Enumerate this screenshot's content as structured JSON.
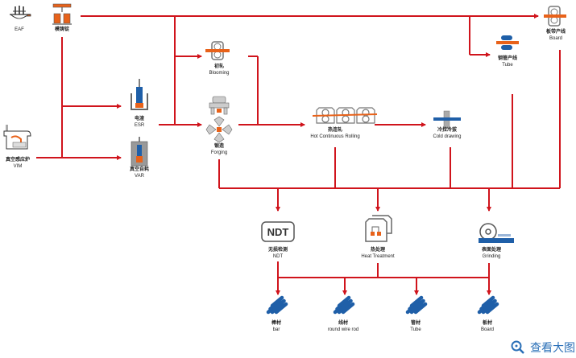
{
  "colors": {
    "line": "#d0141c",
    "orange": "#e8621a",
    "blue": "#1f5fa8",
    "gray": "#888888",
    "link": "#2a6fb7"
  },
  "nodes": {
    "eaf": {
      "cn": "",
      "en": "EAF",
      "icon": "eaf-furnace-icon"
    },
    "ingot": {
      "cn": "模铸锭",
      "en": "",
      "icon": "ingot-casting-icon"
    },
    "vim": {
      "cn": "真空感应炉",
      "en": "VIM",
      "icon": "vim-furnace-icon"
    },
    "esr": {
      "cn": "电渣",
      "en": "ESR",
      "icon": "esr-icon"
    },
    "var": {
      "cn": "真空自耗",
      "en": "VAR",
      "icon": "var-icon"
    },
    "blooming": {
      "cn": "初轧",
      "en": "Blooming",
      "icon": "blooming-mill-icon"
    },
    "forging": {
      "cn": "锻造",
      "en": "Forging",
      "icon": "forging-press-icon"
    },
    "hot_rolling": {
      "cn": "热连轧",
      "en": "Hot Continuous Rolling",
      "icon": "hot-rolling-mill-icon"
    },
    "cold_drawing": {
      "cn": "冷拉冷拔",
      "en": "Cold drawing",
      "icon": "cold-drawing-icon"
    },
    "tube_line": {
      "cn": "钢管产线",
      "en": "Tube",
      "icon": "tube-mill-icon"
    },
    "board_line": {
      "cn": "板带产线",
      "en": "Board",
      "icon": "board-mill-icon"
    },
    "ndt": {
      "cn": "无损检测",
      "en": "NDT",
      "icon": "ndt-icon",
      "badge": "NDT"
    },
    "heat_treatment": {
      "cn": "热处理",
      "en": "Heat Treatment",
      "icon": "heat-treatment-furnace-icon"
    },
    "grinding": {
      "cn": "表面处理",
      "en": "Grinding",
      "icon": "grinding-wheel-icon"
    }
  },
  "products": [
    {
      "cn": "棒材",
      "en": "bar"
    },
    {
      "cn": "线材",
      "en": "round wire rod"
    },
    {
      "cn": "管材",
      "en": "Tube"
    },
    {
      "cn": "板材",
      "en": "Board"
    }
  ],
  "view_large": {
    "label": "查看大图",
    "icon": "magnifier-icon"
  }
}
